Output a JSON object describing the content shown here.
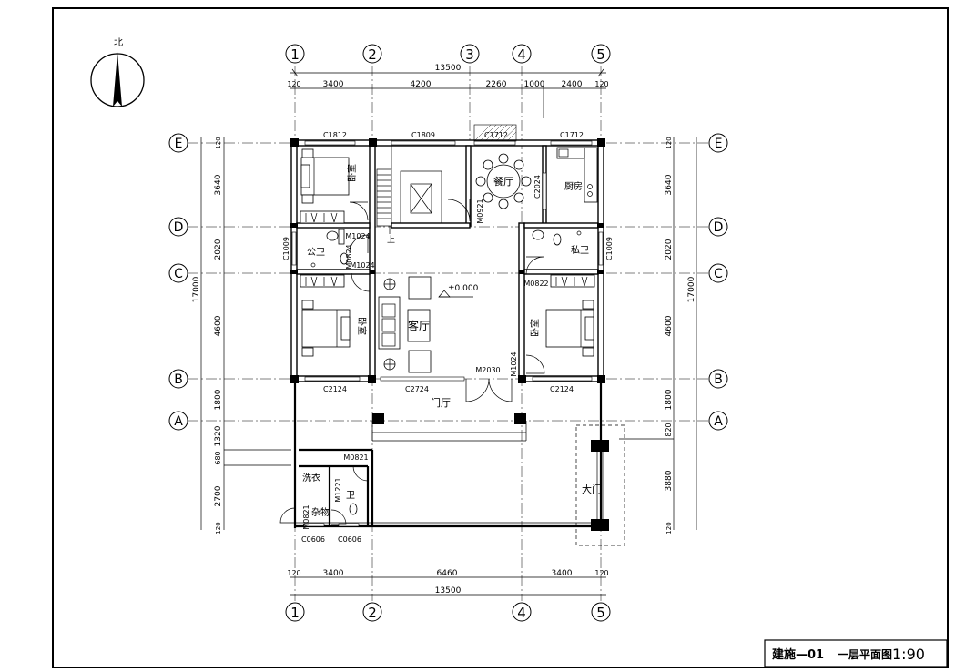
{
  "north_label": "北",
  "axes_top": [
    "1",
    "2",
    "3",
    "4",
    "5"
  ],
  "axes_bottom": [
    "1",
    "2",
    "4",
    "5"
  ],
  "axes_left": [
    "E",
    "D",
    "C",
    "B",
    "A"
  ],
  "axes_right": [
    "E",
    "D",
    "C",
    "B",
    "A"
  ],
  "dims_top": {
    "total": "13500",
    "segments": [
      "120",
      "3400",
      "4200",
      "2260",
      "1000",
      "2400",
      "120"
    ]
  },
  "dims_bottom": {
    "total": "13500",
    "segments": [
      "120",
      "3400",
      "6460",
      "3400",
      "120"
    ]
  },
  "dims_left": {
    "total": "17000",
    "segments": [
      "120",
      "3640",
      "2020",
      "4600",
      "1800",
      "1320",
      "680",
      "2700",
      "120"
    ]
  },
  "dims_right": {
    "total": "17000",
    "segments": [
      "120",
      "3640",
      "2020",
      "4600",
      "1800",
      "820",
      "3880",
      "120"
    ]
  },
  "rooms": {
    "bedroom_nw": "卧室",
    "dining": "餐厅",
    "kitchen": "厨房",
    "public_wc": "公卫",
    "private_wc": "私卫",
    "bedroom_sw": "卧室",
    "living": "客厅",
    "bedroom_e": "卧室",
    "foyer": "门厅",
    "laundry": "洗衣",
    "storage": "杂物",
    "wc": "卫",
    "gate": "大门"
  },
  "openings": {
    "c1812": "C1812",
    "c1809": "C1809",
    "c1712_a": "C1712",
    "c1712_b": "C1712",
    "c2024": "C2024",
    "m0921": "M0921",
    "m1024_a": "M1024",
    "m0824": "M0824",
    "m1024_b": "M1024",
    "c1009_l": "C1009",
    "c1009_r": "C1009",
    "m0822": "M0822",
    "m2030": "M2030",
    "m1024_c": "M1024",
    "c2124_l": "C2124",
    "c2724": "C2724",
    "c2124_r": "C2124",
    "m0821_a": "M0821",
    "m1221": "M1221",
    "m0821_b": "M0821",
    "c0606_a": "C0606",
    "c0606_b": "C0606"
  },
  "stair_up": "上",
  "level": "±0.000",
  "title_block": {
    "drawing_no": "建施—01",
    "title": "一层平面图",
    "scale": "1:90"
  }
}
